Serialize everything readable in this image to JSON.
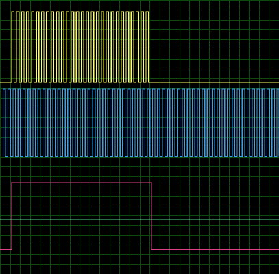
{
  "chart_data": {
    "type": "line",
    "title": "",
    "xlabel": "",
    "ylabel": "",
    "grid": true,
    "grid_divisions": {
      "x": 28,
      "y": 28
    },
    "xlim": [
      0,
      28
    ],
    "ylim": [
      0,
      28
    ],
    "cursor_x": 21.3,
    "colors": {
      "background": "#000000",
      "grid": "#0d4a0d",
      "cursor": "#a8a8a8",
      "yellow": "#ffff66",
      "blue": "#3ea0e6",
      "magenta": "#e0408a",
      "green": "#55dd88"
    },
    "series": [
      {
        "kind": "pulse_train",
        "color": "yellow",
        "low": 19.6,
        "high": 26.8,
        "x_start": 1.16,
        "x_stop": 15.0,
        "period": 0.5,
        "pulses": 28,
        "idle": "low"
      },
      {
        "kind": "square_wave",
        "color": "blue",
        "low": 12.0,
        "high": 18.9,
        "x_start": 0.3,
        "x_stop": 28.0,
        "period": 0.5
      },
      {
        "kind": "step_pulse",
        "color": "magenta",
        "low": 2.5,
        "high": 9.4,
        "rise": 1.16,
        "fall": 15.2
      },
      {
        "kind": "level",
        "color": "green",
        "value": 5.6
      }
    ]
  }
}
